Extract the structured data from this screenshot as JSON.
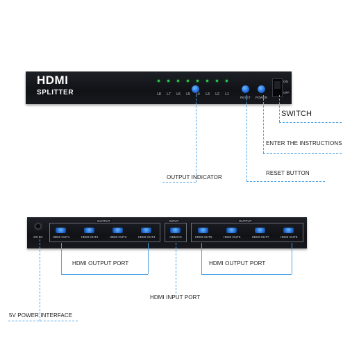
{
  "front": {
    "title": "HDMI",
    "subtitle": "SPLITTER",
    "leds": [
      "L8",
      "L7",
      "L6",
      "L5",
      "L4",
      "L3",
      "L2",
      "L1"
    ],
    "reset_label": "RESET",
    "power_label": "POWER",
    "switch_on": "ON",
    "switch_off": "OFF"
  },
  "back": {
    "power_label": "DC 5V",
    "output_group_label": "OUTPUT",
    "input_group_label": "INPUT",
    "ports_left": [
      "HDMI OUT1",
      "HDMI OUT2",
      "HDMI OUT3",
      "HDMI OUT4"
    ],
    "input_port": "HDMI IN",
    "ports_right": [
      "HDMI OUT5",
      "HDMI OUT6",
      "HDMI OUT7",
      "HDMI OUT8"
    ]
  },
  "callouts": {
    "switch": "SWITCH",
    "instructions": "ENTER THE INSTRUCTIONS",
    "reset": "RESET BUTTON",
    "output_indicator": "OUTPUT INDICATOR",
    "hdmi_output_left": "HDMI OUTPUT PORT",
    "hdmi_output_right": "HDMI OUTPUT PORT",
    "hdmi_input": "HDMI INPUT PORT",
    "power_interface": "5V POWER INTERFACE"
  },
  "colors": {
    "accent": "#4da3e6",
    "device": "#14161a",
    "port": "#1f6bd6"
  }
}
